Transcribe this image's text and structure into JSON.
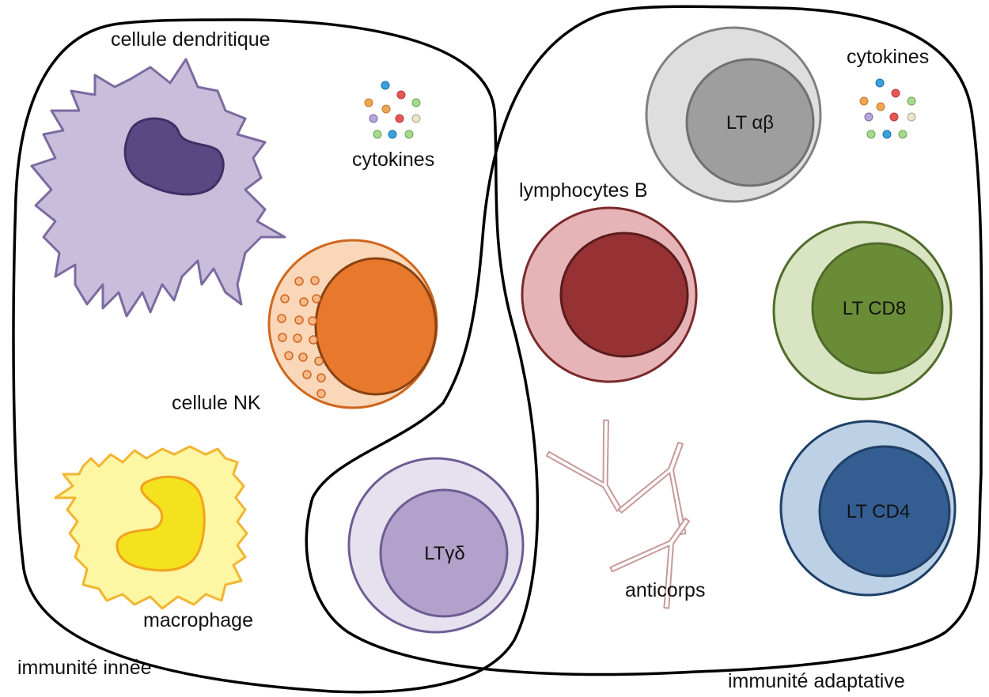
{
  "labels": {
    "dendritic": "cellule dendritique",
    "cytokines_left": "cytokines",
    "cytokines_right": "cytokines",
    "nk": "cellule NK",
    "macrophage": "macrophage",
    "innate": "immunité innée",
    "adaptive": "immunité adaptative",
    "lymphocytes_b": "lymphocytes B",
    "antibodies": "anticorps"
  },
  "cell_labels": {
    "lt_ab": "LT αβ",
    "lt_cd8": "LT CD8",
    "lt_cd4": "LT CD4",
    "lt_gd": "LTγδ"
  },
  "colors": {
    "dendritic_fill": "#c8bedb",
    "dendritic_stroke": "#7c6aa0",
    "dendritic_nucleus": "#5a4884",
    "nk_outer": "#fad7b8",
    "nk_stroke": "#d0661e",
    "nk_inner": "#e8782b",
    "macrophage_fill": "#fdf6a3",
    "macrophage_stroke": "#f2b531",
    "macrophage_nucleus": "#f5e21e",
    "b_outer": "#e6b4b6",
    "b_inner": "#963234",
    "b_stroke": "#7a2a2c",
    "ab_outer": "#dedede",
    "ab_inner": "#9e9e9e",
    "ab_stroke": "#808080",
    "cd8_outer": "#d9e5c2",
    "cd8_inner": "#6b8c37",
    "cd8_stroke": "#4f6a2a",
    "cd4_outer": "#bcd0e6",
    "cd4_inner": "#345e92",
    "cd4_stroke": "#1f3f66",
    "gd_outer": "#e6e1ee",
    "gd_inner": "#b2a1ca",
    "gd_stroke": "#6e5c94",
    "antibody_stroke": "#c89a9a"
  }
}
